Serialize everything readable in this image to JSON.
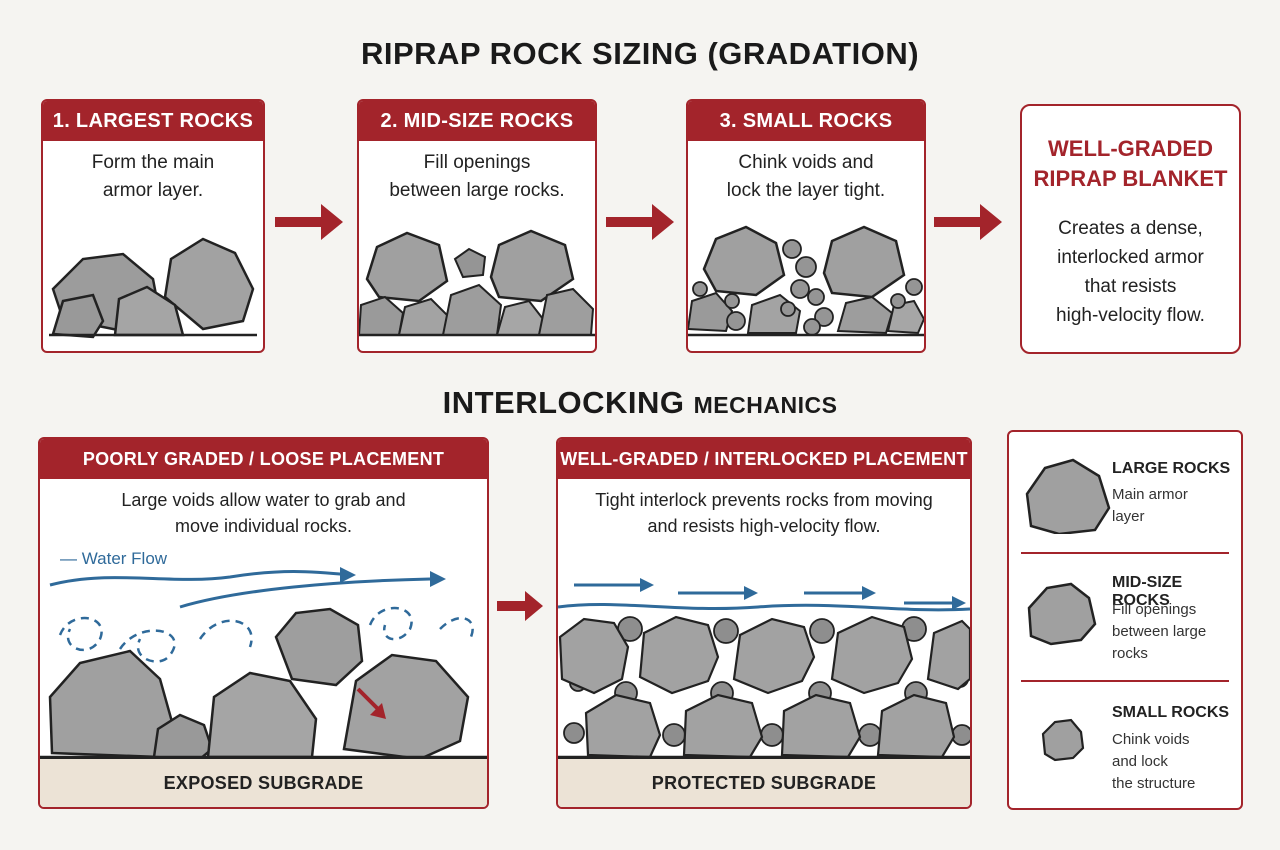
{
  "titles": {
    "gradation": "RIPRAP ROCK SIZING (GRADATION)",
    "mechanics_main": "INTERLOCKING",
    "mechanics_small": "MECHANICS"
  },
  "steps": [
    {
      "title": "1. LARGEST ROCKS",
      "line1": "Form the main",
      "line2": "armor layer."
    },
    {
      "title": "2. MID-SIZE ROCKS",
      "line1": "Fill openings",
      "line2": "between large rocks."
    },
    {
      "title": "3. SMALL ROCKS",
      "line1": "Chink voids and",
      "line2": "lock the layer tight."
    }
  ],
  "result": {
    "title1": "WELL-GRADED",
    "title2": "RIPRAP BLANKET",
    "lines": [
      "Creates a dense,",
      "interlocked armor",
      "that resists",
      "high-velocity flow."
    ]
  },
  "poor": {
    "title": "POORLY GRADED / LOOSE PLACEMENT",
    "line1": "Large voids allow water to grab and",
    "line2": "move individual rocks.",
    "flow_label": "Water Flow",
    "subgrade": "EXPOSED SUBGRADE"
  },
  "good": {
    "title": "WELL-GRADED / INTERLOCKED PLACEMENT",
    "line1": "Tight interlock prevents rocks from moving",
    "line2": "and resists high-velocity flow.",
    "subgrade": "PROTECTED SUBGRADE"
  },
  "legend": [
    {
      "title": "LARGE ROCKS",
      "desc": [
        "Main armor",
        "layer"
      ]
    },
    {
      "title": "MID-SIZE ROCKS",
      "desc": [
        "Fill openings",
        "between large",
        "rocks"
      ]
    },
    {
      "title": "SMALL ROCKS",
      "desc": [
        "Chink voids",
        "and lock",
        "the structure"
      ]
    }
  ],
  "colors": {
    "accent": "#a3242b",
    "flow": "#2f6a9a",
    "rock": "#9a9a9a",
    "subgrade": "#ece3d6"
  }
}
